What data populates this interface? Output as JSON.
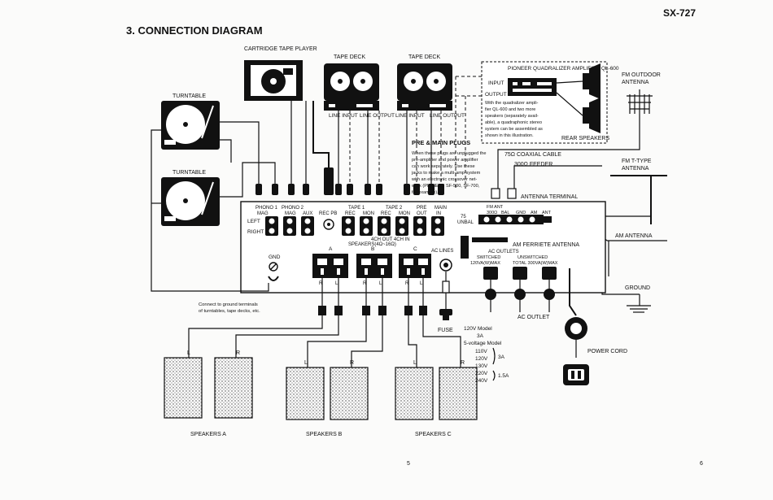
{
  "header": {
    "title": "3. CONNECTION DIAGRAM",
    "model": "SX-727"
  },
  "devices": {
    "cartridge": "CARTRIDGE TAPE PLAYER",
    "tape_deck_1": "TAPE DECK",
    "tape_deck_2": "TAPE DECK",
    "turntable_1": "TURNTABLE",
    "turntable_2": "TURNTABLE",
    "line_input": "LINE INPUT",
    "line_output": "LINE OUTPUT"
  },
  "quadrant": {
    "title": "PIONEER QUADRALIZER AMPLIFIER QL-600",
    "input": "INPUT",
    "output": "OUTPUT",
    "desc": [
      "With the quadralizer ampli-",
      "fier QL-600 and two more",
      "speakers (separately avail-",
      "able), a quadraphonic stereo",
      "system can be assembled as",
      "shown in this illustration."
    ],
    "rear": "REAR SPEAKERS"
  },
  "pre_main": {
    "title": "PRE & MAIN PLUGS",
    "desc": [
      "When these plugs are unplugged the",
      "pre-amplifier and power amplifier",
      "can work separately. Use these",
      "jacks to make a multi-amp system",
      "with an electronic crossover net-",
      "work (PIONEER SF-500, SF-700,",
      "for example)."
    ]
  },
  "antenna": {
    "fm_outdoor": "FM OUTDOOR ANTENNA",
    "coax": "75Ω COAXIAL CABLE",
    "feeder": "300Ω FEEDER",
    "fm_t": "FM T-TYPE ANTENNA",
    "terminal": "ANTENNA TERMINAL",
    "am": "AM ANTENNA",
    "am_ferrite": "AM FERRIETE ANTENNA",
    "ground": "GROUND"
  },
  "panel": {
    "phono1": "PHONO 1",
    "phono2": "PHONO 2",
    "mag1": "MAG",
    "mag2": "MAG",
    "aux": "AUX",
    "rec_pb": "REC PB",
    "tape1": "TAPE 1",
    "tape2": "TAPE 2",
    "rec1": "REC",
    "mon1": "MON",
    "rec2": "REC",
    "mon2": "MON",
    "pre": "PRE",
    "out": "OUT",
    "main": "MAIN",
    "in": "IN",
    "left": "LEFT",
    "right": "RIGHT",
    "fm_ant": "FM ANT",
    "ohm300": "300Ω",
    "bal": "BAL",
    "gnd_t": "GND",
    "am": "AM",
    "ant": "ANT",
    "ohm75": "75",
    "unbal": "UNBAL",
    "fourch": "4CH OUT 4CH IN",
    "speakers": "SPEAKERS(4Ω~16Ω)",
    "a": "A",
    "b": "B",
    "c": "C",
    "ac_lines": "AC LINES",
    "gnd": "GND",
    "ac_outlets": "AC OUTLETS",
    "switched": "SWITCHED",
    "unswitched": "UNSWITCHED",
    "switched_val": "120VA(W)MAX",
    "total": "TOTAL 300VA(W)MAX",
    "R": "R",
    "L": "L"
  },
  "ground_note": [
    "Connect to ground terminals",
    "of turntables, tape decks, etc."
  ],
  "fuse": {
    "label": "FUSE",
    "m120": "120V Model",
    "a3": "3A",
    "multi": "5-voltage Model",
    "v110": "110V",
    "v120": "120V",
    "v130": "130V",
    "v220": "220V",
    "v240": "240V",
    "a3b": "3A",
    "a15": "1.5A"
  },
  "ac_outlet": "AC OUTLET",
  "power_cord": "POWER CORD",
  "speakers": {
    "a": "SPEAKERS A",
    "b": "SPEAKERS B",
    "c": "SPEAKERS C",
    "L": "L",
    "R": "R"
  },
  "page_nums": {
    "left": "5",
    "right": "6"
  }
}
